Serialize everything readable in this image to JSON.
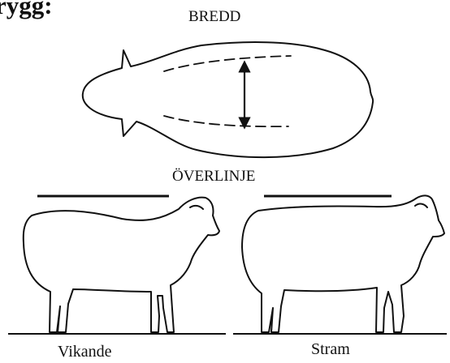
{
  "labels": {
    "heading_fragment": "rygg:",
    "width_title": "BREDD",
    "topline_title": "ÖVERLINJE",
    "left_caption": "Vikande",
    "right_caption": "Stram"
  },
  "colors": {
    "ink": "#111111",
    "background": "#ffffff"
  }
}
